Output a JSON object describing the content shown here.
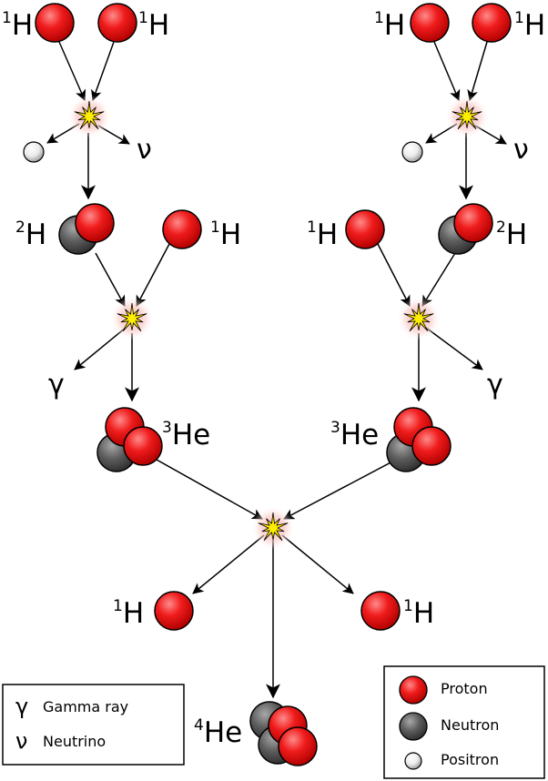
{
  "nuclei": {
    "h1": "H",
    "h1_mass": "1",
    "h2": "H",
    "h2_mass": "2",
    "he3": "He",
    "he3_mass": "3",
    "he4": "He",
    "he4_mass": "4"
  },
  "particles": {
    "gamma_symbol": "γ",
    "neutrino_symbol": "ν"
  },
  "legend_left": {
    "gamma_label": "Gamma ray",
    "neutrino_label": "Neutrino"
  },
  "legend_right": {
    "proton_label": "Proton",
    "neutron_label": "Neutron",
    "positron_label": "Positron"
  },
  "colors": {
    "proton": "#e8141c",
    "neutron": "#5a5a5a",
    "positron": "#eeeeee",
    "flash_core": "#ffee00",
    "flash_glow": "#f7b5b0"
  }
}
